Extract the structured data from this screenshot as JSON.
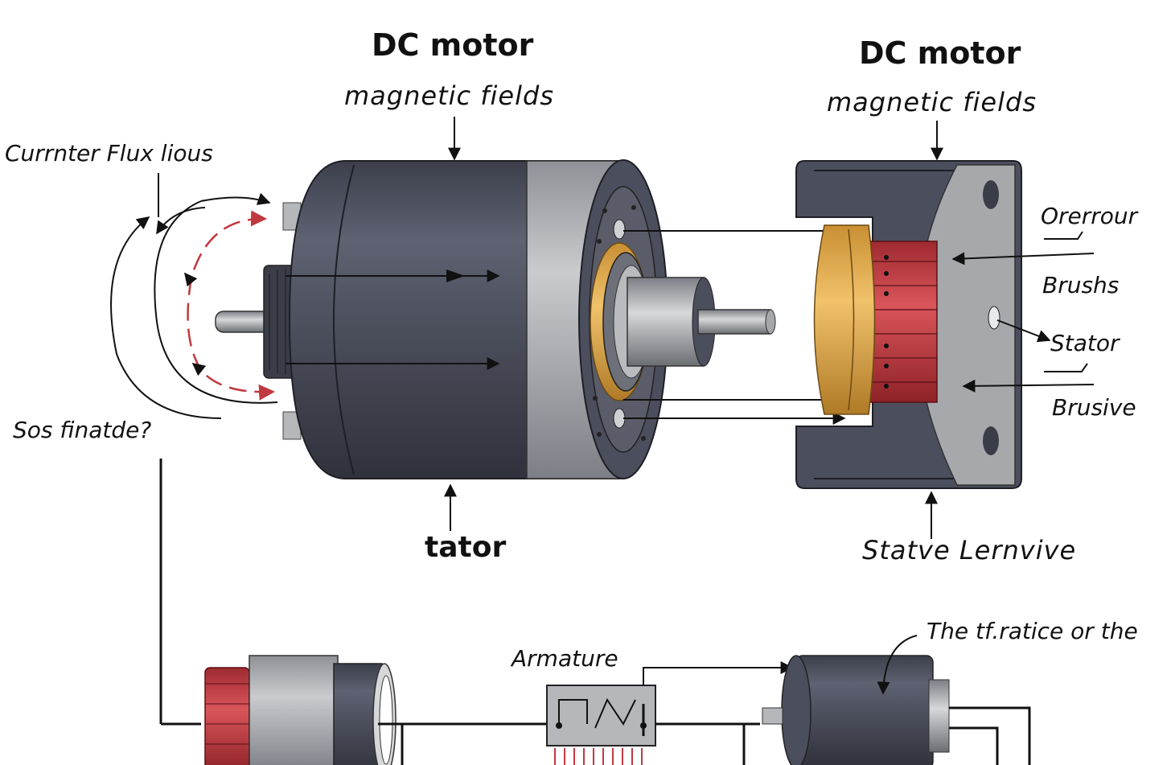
{
  "motor_left": {
    "title": "DC motor",
    "top_label": "magnetic fields",
    "bottom_label": "tator"
  },
  "motor_right": {
    "title": "DC motor",
    "top_label": "magnetic fields",
    "bottom_label": "Statve Lernvive"
  },
  "left_labels": {
    "flux": "Currnter Flux lious",
    "question": "Sos finatde?"
  },
  "right_labels": {
    "orerrour": "Orerrour",
    "brushs": "Brushs",
    "stator": "Stator",
    "brusive": "Brusive"
  },
  "circuit": {
    "armature": "Armature",
    "note": "The tf.ratice or the"
  },
  "colors": {
    "body_dark": "#4b4e5c",
    "body_gray": "#9a9da3",
    "accent_red": "#c0393f",
    "accent_gold": "#e0a94a",
    "stroke": "#111111"
  }
}
